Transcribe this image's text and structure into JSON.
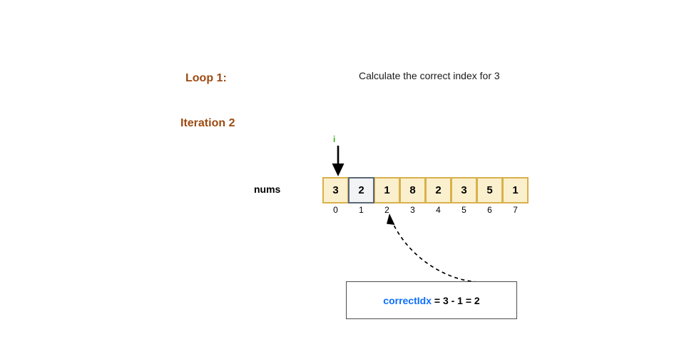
{
  "title": {
    "line1": "Loop 1:",
    "line2": "Iteration 2",
    "color": "#9c4a10"
  },
  "caption": {
    "text": "Calculate the correct index for 3"
  },
  "pointer": {
    "label": "i",
    "color": "#3fae17",
    "points_to_index": 0,
    "icon": "down-arrow-icon"
  },
  "array": {
    "name": "nums",
    "values": [
      "3",
      "2",
      "1",
      "8",
      "2",
      "3",
      "5",
      "1"
    ],
    "indices": [
      "0",
      "1",
      "2",
      "3",
      "4",
      "5",
      "6",
      "7"
    ],
    "active_index": 1,
    "cell_fill": "#fbf0cd",
    "cell_border": "#d8b14c",
    "active_fill": "#f2f3f5",
    "active_border": "#5a6775"
  },
  "connector": {
    "style": "dashed-curved-arrow",
    "from_label": "correctIdx-box",
    "to_index": "2"
  },
  "formula": {
    "variable": "correctIdx",
    "expression": " = 3 - 1 = 2",
    "variable_color": "#0d6efd",
    "border_color": "#4d4d4d"
  }
}
